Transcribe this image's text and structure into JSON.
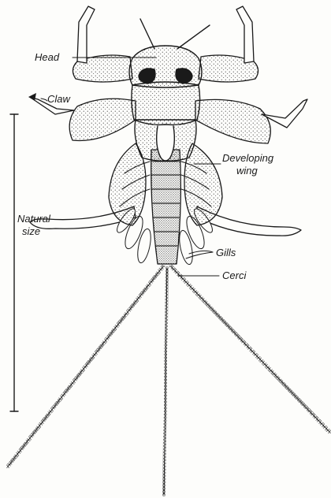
{
  "labels": {
    "head": "Head",
    "claw": "Claw",
    "developing_wing_line1": "Developing",
    "developing_wing_line2": "wing",
    "natural_size_line1": "Natural",
    "natural_size_line2": "size",
    "gills": "Gills",
    "cerci": "Cerci"
  },
  "colors": {
    "ink": "#1a1a1a",
    "paper": "#fdfdfb"
  }
}
